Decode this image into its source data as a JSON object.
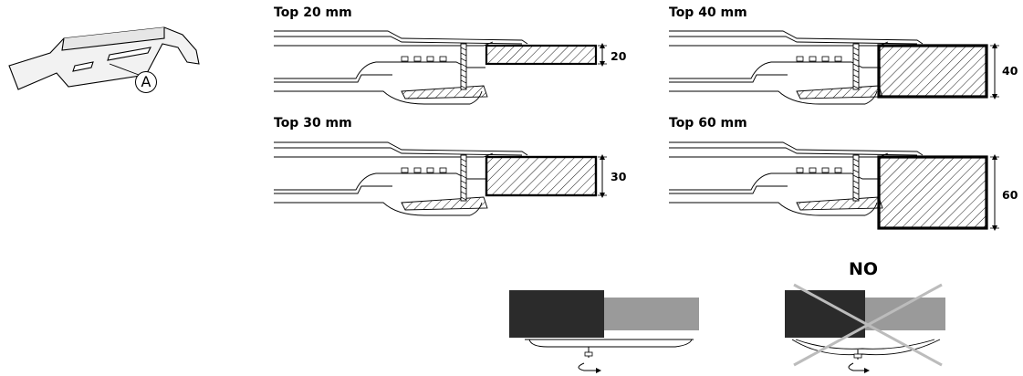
{
  "clip_part": {
    "callout_letter": "A"
  },
  "panels": [
    {
      "id": "top-20",
      "title": "Top 20 mm",
      "dimension": "20"
    },
    {
      "id": "top-40",
      "title": "Top 40 mm",
      "dimension": "40"
    },
    {
      "id": "top-30",
      "title": "Top 30 mm",
      "dimension": "30"
    },
    {
      "id": "top-60",
      "title": "Top 60 mm",
      "dimension": "60"
    }
  ],
  "comparison": {
    "wrong_label": "NO"
  },
  "colors": {
    "dark_block": "#2b2b2b",
    "grey_block": "#9a9a9a",
    "cross": "#bcbcbc",
    "line": "#000000"
  }
}
